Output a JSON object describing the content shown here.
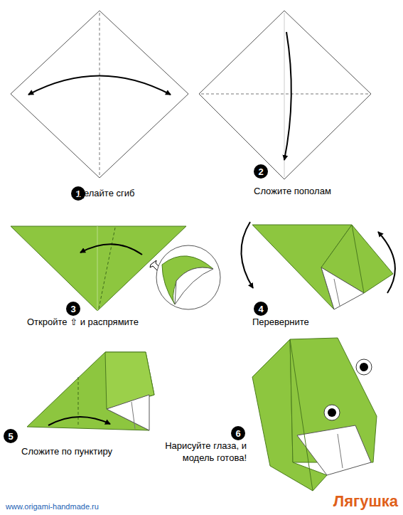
{
  "diagram": {
    "title": "Лягушка",
    "nodes": [
      {
        "text": [
          "1"
        ]
      },
      {
        "text": [
          "2"
        ]
      },
      {
        "text": [
          "3"
        ]
      },
      {
        "text": [
          "4"
        ]
      },
      {
        "text": [
          "5"
        ]
      },
      {
        "text": [
          "6"
        ]
      }
    ],
    "labels": [
      "Сделайте сгиб",
      "Сложите пополам",
      "Откройте ⇧ и распрямите",
      "Переверните",
      "Сложите по пунктиру",
      "Нарисуйте глаза, и модель готова!",
      "www.origami-handmade.ru"
    ]
  }
}
